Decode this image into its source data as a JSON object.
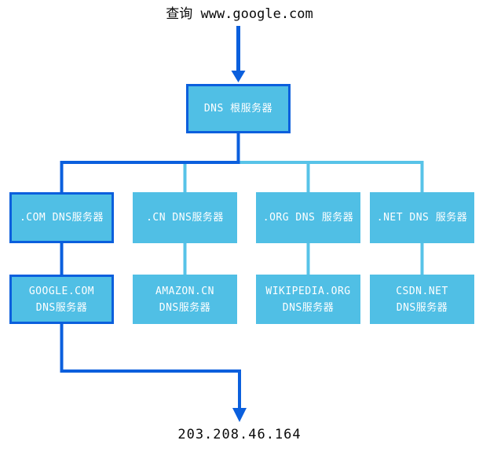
{
  "title": "查询 www.google.com",
  "result_ip": "203.208.46.164",
  "colors": {
    "dark_blue": "#0B5FDD",
    "light_blue": "#50BFE5",
    "light_line": "#57C3E8",
    "ink": "#0a0a0a",
    "box_text": "#ffffff"
  },
  "nodes": {
    "root": {
      "label": "DNS 根服务器",
      "highlighted": true
    },
    "tlds": [
      {
        "label": ".COM DNS服务器",
        "highlighted": true
      },
      {
        "label": ".CN DNS服务器",
        "highlighted": false
      },
      {
        "label": ".ORG DNS 服务器",
        "highlighted": false
      },
      {
        "label": ".NET DNS 服务器",
        "highlighted": false
      }
    ],
    "authoritative": [
      {
        "line1": "GOOGLE.COM",
        "line2": "DNS服务器",
        "highlighted": true
      },
      {
        "line1": "AMAZON.CN",
        "line2": "DNS服务器",
        "highlighted": false
      },
      {
        "line1": "WIKIPEDIA.ORG",
        "line2": "DNS服务器",
        "highlighted": false
      },
      {
        "line1": "CSDN.NET",
        "line2": "DNS服务器",
        "highlighted": false
      }
    ]
  }
}
